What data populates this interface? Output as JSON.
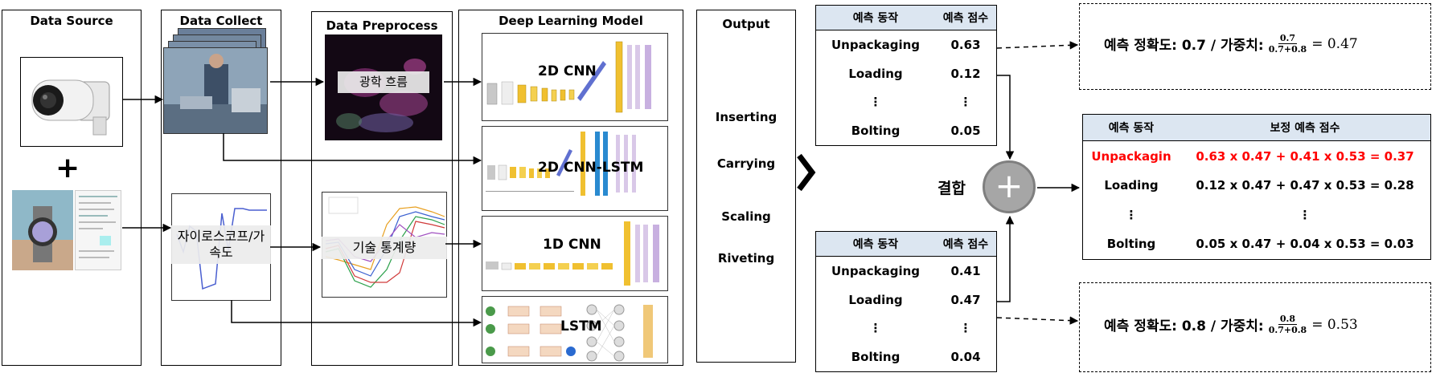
{
  "panels": {
    "source": "Data Source",
    "collect": "Data Collect",
    "preprocess": "Data Preprocess",
    "model": "Deep Learning Model",
    "output": "Output"
  },
  "collect_labels": {
    "sensor": "자이로스코프/가속도"
  },
  "preprocess_labels": {
    "optical": "광학 흐름",
    "stats": "기술 통계량"
  },
  "models": [
    "2D CNN",
    "2D CNN-LSTM",
    "1D CNN",
    "LSTM"
  ],
  "outputs": [
    "Inserting",
    "Carrying",
    "Scaling",
    "Riveting"
  ],
  "score_table_top": {
    "headers": [
      "예측 동작",
      "예측 점수"
    ],
    "rows": [
      [
        "Unpackaging",
        "0.63"
      ],
      [
        "Loading",
        "0.12"
      ],
      [
        "⋮",
        "⋮"
      ],
      [
        "Bolting",
        "0.05"
      ]
    ]
  },
  "score_table_bottom": {
    "headers": [
      "예측 동작",
      "예측 점수"
    ],
    "rows": [
      [
        "Unpackaging",
        "0.41"
      ],
      [
        "Loading",
        "0.47"
      ],
      [
        "⋮",
        "⋮"
      ],
      [
        "Bolting",
        "0.04"
      ]
    ]
  },
  "combine_label": "결합",
  "weight_top": {
    "prefix": "예측 정확도: 0.7 / 가중치:",
    "num": "0.7",
    "den": "0.7+0.8",
    "result": "= 0.47"
  },
  "weight_bottom": {
    "prefix": "예측 정확도: 0.8 / 가중치:",
    "num": "0.8",
    "den": "0.7+0.8",
    "result": "= 0.53"
  },
  "corrected_table": {
    "headers": [
      "예측 동작",
      "보정 예측 점수"
    ],
    "rows": [
      [
        "Unpackagin",
        "0.63 x 0.47 + 0.41 x 0.53 = 0.37"
      ],
      [
        "Loading",
        "0.12 x 0.47 + 0.47 x 0.53 = 0.28"
      ],
      [
        "⋮",
        "⋮"
      ],
      [
        "Bolting",
        "0.05 x 0.47 + 0.04 x 0.53 = 0.03"
      ]
    ]
  },
  "colors": {
    "highlight": "#ff0000",
    "header_bg": "#dce6f1",
    "combine": "#a6a6a6"
  }
}
